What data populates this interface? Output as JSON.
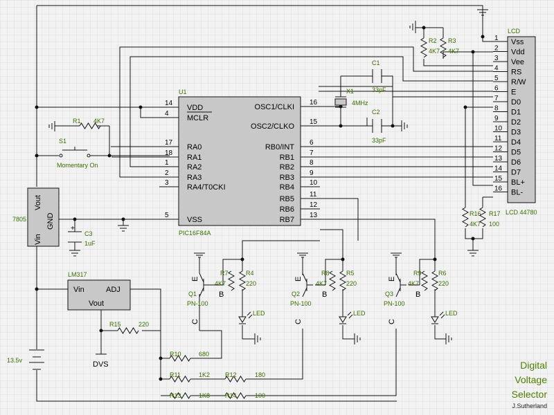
{
  "title_block": {
    "line1": "Digital",
    "line2": "Voltage",
    "line3": "Selector",
    "author": "J.Sutherland"
  },
  "colors": {
    "background": "#f2f2f2",
    "grid": "#dedede",
    "component_fill": "#c8c8c8",
    "wire": "#111111",
    "reference_text": "#3a6e00",
    "title_text": "#4f7f00"
  },
  "mcu": {
    "ref": "U1",
    "part": "PIC16F84A",
    "pins_left": [
      {
        "num": "14",
        "name": "VDD"
      },
      {
        "num": "4",
        "name": "MCLR"
      },
      {
        "num": "17",
        "name": "RA0"
      },
      {
        "num": "18",
        "name": "RA1"
      },
      {
        "num": "1",
        "name": "RA2"
      },
      {
        "num": "2",
        "name": "RA3"
      },
      {
        "num": "3",
        "name": "RA4/T0CKI"
      },
      {
        "num": "5",
        "name": "VSS"
      }
    ],
    "pins_right": [
      {
        "num": "16",
        "name": "OSC1/CLKI"
      },
      {
        "num": "15",
        "name": "OSC2/CLKO"
      },
      {
        "num": "6",
        "name": "RB0/INT"
      },
      {
        "num": "7",
        "name": "RB1"
      },
      {
        "num": "8",
        "name": "RB2"
      },
      {
        "num": "9",
        "name": "RB3"
      },
      {
        "num": "10",
        "name": "RB4"
      },
      {
        "num": "11",
        "name": "RB5"
      },
      {
        "num": "12",
        "name": "RB6"
      },
      {
        "num": "13",
        "name": "RB7"
      }
    ]
  },
  "lcd": {
    "ref": "LCD",
    "part": "LCD 44780",
    "pins": [
      {
        "num": "1",
        "name": "Vss"
      },
      {
        "num": "2",
        "name": "Vdd"
      },
      {
        "num": "3",
        "name": "Vee"
      },
      {
        "num": "4",
        "name": "RS"
      },
      {
        "num": "5",
        "name": "R/W"
      },
      {
        "num": "6",
        "name": "E"
      },
      {
        "num": "7",
        "name": "D0"
      },
      {
        "num": "8",
        "name": "D1"
      },
      {
        "num": "9",
        "name": "D2"
      },
      {
        "num": "10",
        "name": "D3"
      },
      {
        "num": "11",
        "name": "D4"
      },
      {
        "num": "12",
        "name": "D5"
      },
      {
        "num": "13",
        "name": "D6"
      },
      {
        "num": "14",
        "name": "D7"
      },
      {
        "num": "15",
        "name": "BL+"
      },
      {
        "num": "16",
        "name": "BL-"
      }
    ]
  },
  "regulator_7805": {
    "part": "7805",
    "vin": "Vin",
    "vout": "Vout",
    "gnd": "GND"
  },
  "regulator_lm317": {
    "part": "LM317",
    "vin": "Vin",
    "adj": "ADJ",
    "vout": "Vout"
  },
  "crystal": {
    "ref": "X1",
    "value": "4MHz"
  },
  "capacitors": [
    {
      "ref": "C1",
      "value": "33pF"
    },
    {
      "ref": "C2",
      "value": "33pF"
    },
    {
      "ref": "C3",
      "value": "1uF"
    }
  ],
  "resistors": [
    {
      "ref": "R1",
      "value": "4K7"
    },
    {
      "ref": "R2",
      "value": "4K7"
    },
    {
      "ref": "R3",
      "value": "4K7"
    },
    {
      "ref": "R4",
      "value": "220"
    },
    {
      "ref": "R5",
      "value": "220"
    },
    {
      "ref": "R6",
      "value": "220"
    },
    {
      "ref": "R7",
      "value": "4K7"
    },
    {
      "ref": "R8",
      "value": "4K7"
    },
    {
      "ref": "R9",
      "value": "4K7"
    },
    {
      "ref": "R10",
      "value": "680"
    },
    {
      "ref": "R11",
      "value": "1K2"
    },
    {
      "ref": "R12",
      "value": "180"
    },
    {
      "ref": "R13",
      "value": "1K8"
    },
    {
      "ref": "R14",
      "value": "100"
    },
    {
      "ref": "R15",
      "value": "220"
    },
    {
      "ref": "R16",
      "value": "4K7"
    },
    {
      "ref": "R17",
      "value": "100"
    }
  ],
  "transistors": [
    {
      "ref": "Q1",
      "part": "PN-100"
    },
    {
      "ref": "Q2",
      "part": "PN-100"
    },
    {
      "ref": "Q3",
      "part": "PN-100"
    }
  ],
  "transistor_pins": {
    "e": "E",
    "b": "B",
    "c": "C"
  },
  "switch": {
    "ref": "S1",
    "label": "Momentary On"
  },
  "led_label": "LED",
  "battery": {
    "value": "13.5v"
  },
  "output_label": "DVS"
}
